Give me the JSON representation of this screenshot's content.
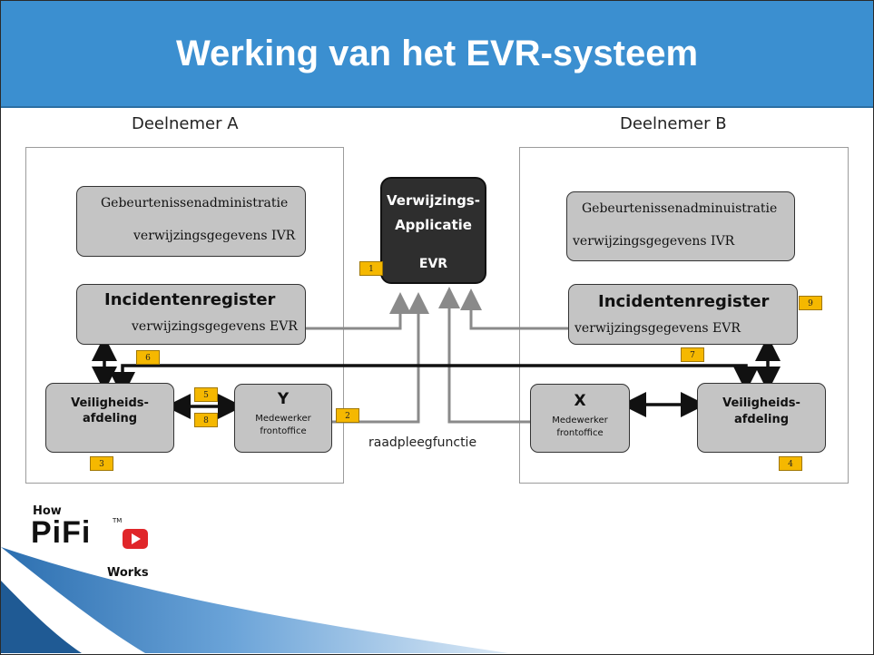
{
  "slide": {
    "title": "Werking van het EVR-systeem"
  },
  "participants": {
    "a_label": "Deelnemer A",
    "b_label": "Deelnemer B"
  },
  "center": {
    "line1": "Verwijzings-",
    "line2": "Applicatie",
    "line3": "EVR"
  },
  "a": {
    "admin_title": "Gebeurtenissenadministratie",
    "admin_sub": "verwijzingsgegevens IVR",
    "register_title": "Incidentenregister",
    "register_sub": "verwijzingsgegevens EVR",
    "security_line1": "Veiligheids-",
    "security_line2": "afdeling",
    "employee_letter": "Y",
    "employee_line1": "Medewerker",
    "employee_line2": "frontoffice"
  },
  "b": {
    "admin_title": "Gebeurtenissenadminuistratie",
    "admin_sub": "verwijzingsgegevens IVR",
    "register_title": "Incidentenregister",
    "register_sub": "verwijzingsgegevens EVR",
    "security_line1": "Veiligheids-",
    "security_line2": "afdeling",
    "employee_letter": "X",
    "employee_line1": "Medewerker",
    "employee_line2": "frontoffice"
  },
  "caption": "raadpleegfunctie",
  "badges": [
    "1",
    "2",
    "3",
    "4",
    "5",
    "6",
    "7",
    "8",
    "9"
  ],
  "logo": {
    "how": "How",
    "brand": "PiFi",
    "works": "Works",
    "tm": "TM"
  },
  "colors": {
    "title_bar": "#3b8fd0",
    "box_fill": "#c4c4c4",
    "badge": "#f5b800",
    "evr_box": "#2e2e2e",
    "logo_red": "#e0262a"
  }
}
